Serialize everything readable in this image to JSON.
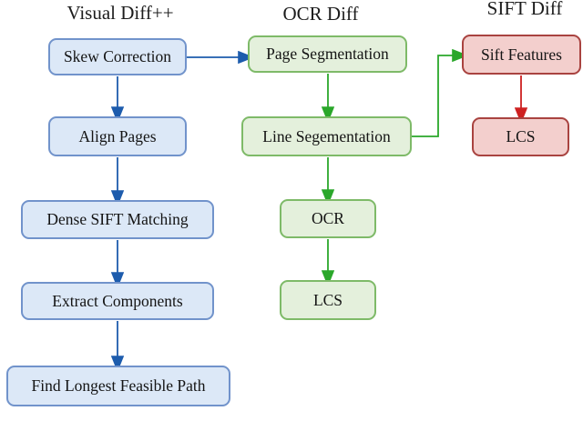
{
  "titles": {
    "visual": "Visual Diff++",
    "ocr": "OCR Diff",
    "sift": "SIFT Diff"
  },
  "nodes": {
    "skew": {
      "label": "Skew Correction"
    },
    "align": {
      "label": "Align Pages"
    },
    "dense": {
      "label": "Dense SIFT Matching"
    },
    "extract": {
      "label": "Extract Components"
    },
    "find": {
      "label": "Find Longest Feasible Path"
    },
    "pageseg": {
      "label": "Page Segmentation"
    },
    "lineseg": {
      "label": "Line Segementation"
    },
    "ocr": {
      "label": "OCR"
    },
    "lcs_green": {
      "label": "LCS"
    },
    "sift_features": {
      "label": "Sift Features"
    },
    "lcs_red": {
      "label": "LCS"
    }
  },
  "palette": {
    "blue_fill": "#dce8f7",
    "blue_border": "#7193cb",
    "blue_arrow": "#1d5cad",
    "green_fill": "#e4f0dc",
    "green_border": "#7eba68",
    "green_arrow": "#2aa72a",
    "red_fill": "#f3cfcd",
    "red_border": "#a94340",
    "red_arrow": "#ce2121",
    "text": "#141414"
  }
}
